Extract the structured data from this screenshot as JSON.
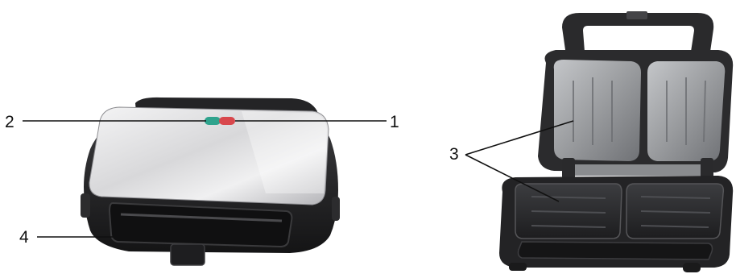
{
  "callouts": [
    {
      "id": "1",
      "label": "1"
    },
    {
      "id": "2",
      "label": "2"
    },
    {
      "id": "3",
      "label": "3"
    },
    {
      "id": "4",
      "label": "4"
    }
  ],
  "colors": {
    "body_black": "#1c1c1e",
    "body_dark": "#2a2a2c",
    "steel_light": "#e6e6e8",
    "steel_mid": "#b9b9bc",
    "plate_grey": "#7d7f83",
    "plate_light": "#a9abae",
    "indicator_green": "#2fa38d",
    "indicator_red": "#d8474c",
    "leader_line": "#111111"
  },
  "figures": [
    {
      "name": "closed-sandwich-maker",
      "parts": [
        "power-indicator",
        "ready-indicator",
        "handle",
        "lid"
      ]
    },
    {
      "name": "open-sandwich-maker",
      "parts": [
        "upper-plates",
        "lower-plates",
        "handle"
      ]
    }
  ]
}
